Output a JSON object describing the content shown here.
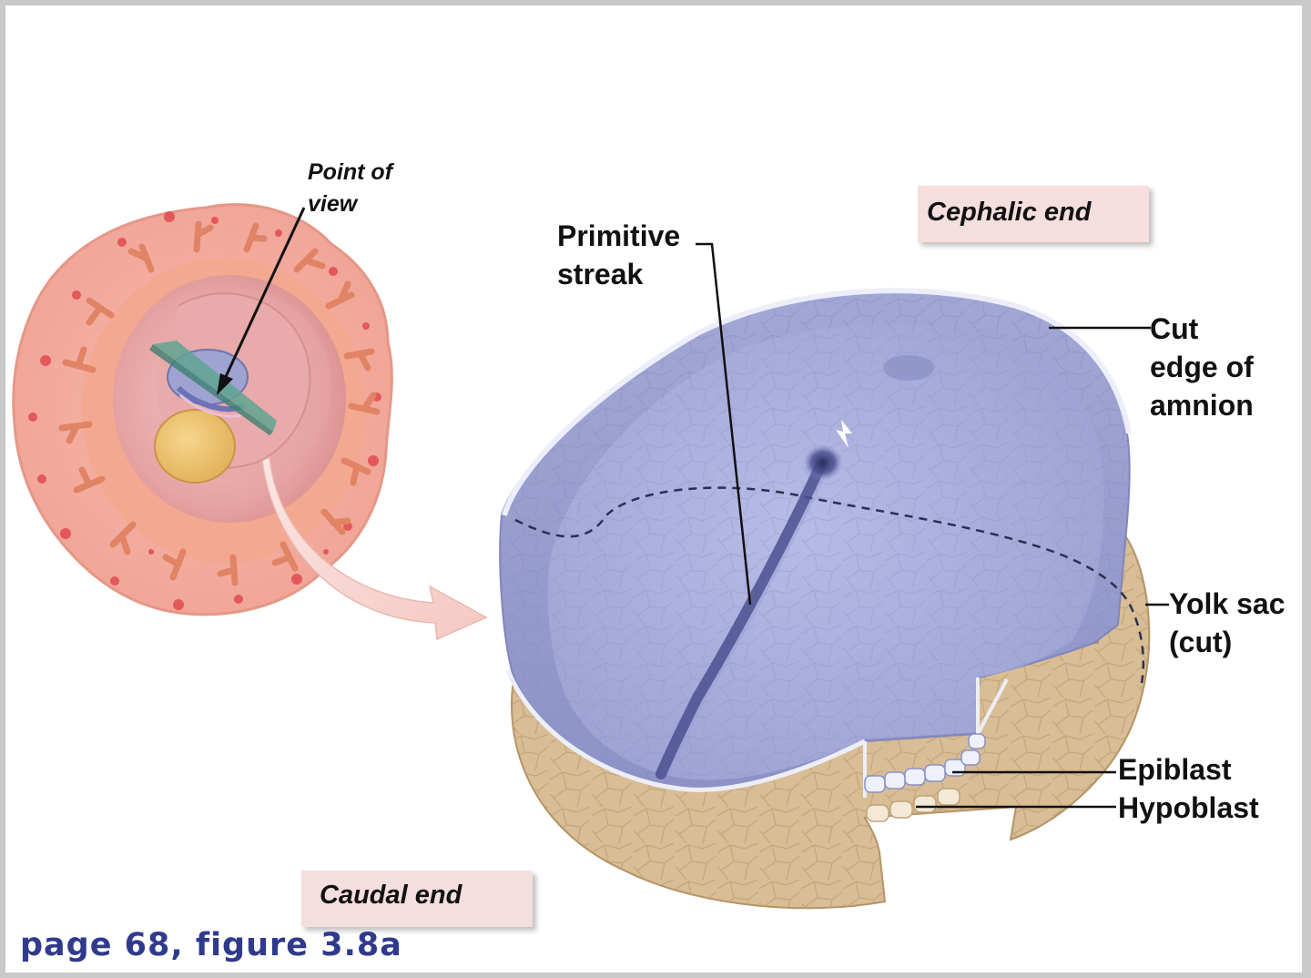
{
  "labels": {
    "point_of_view": "Point of\nview",
    "primitive_streak": "Primitive\nstreak",
    "cephalic_end": "Cephalic end",
    "cut_edge_of_amnion": "Cut\nedge of\namnion",
    "yolk_sac_cut": "Yolk sac\n(cut)",
    "epiblast": "Epiblast",
    "hypoblast": "Hypoblast",
    "caudal_end": "Caudal end"
  },
  "caption": "page 68, figure 3.8a",
  "colors": {
    "uterus_outer": "#f1a9a0",
    "uterus_glands": "#e27f63",
    "chorionic_cavity": "#e7a0a0",
    "amnion_blue": "#9ea3d2",
    "embryonic_disc": "#a7abd9",
    "yolk_sac_tan": "#d9bf98",
    "label_box": "#f5dede",
    "caption_text": "#303a8c"
  }
}
